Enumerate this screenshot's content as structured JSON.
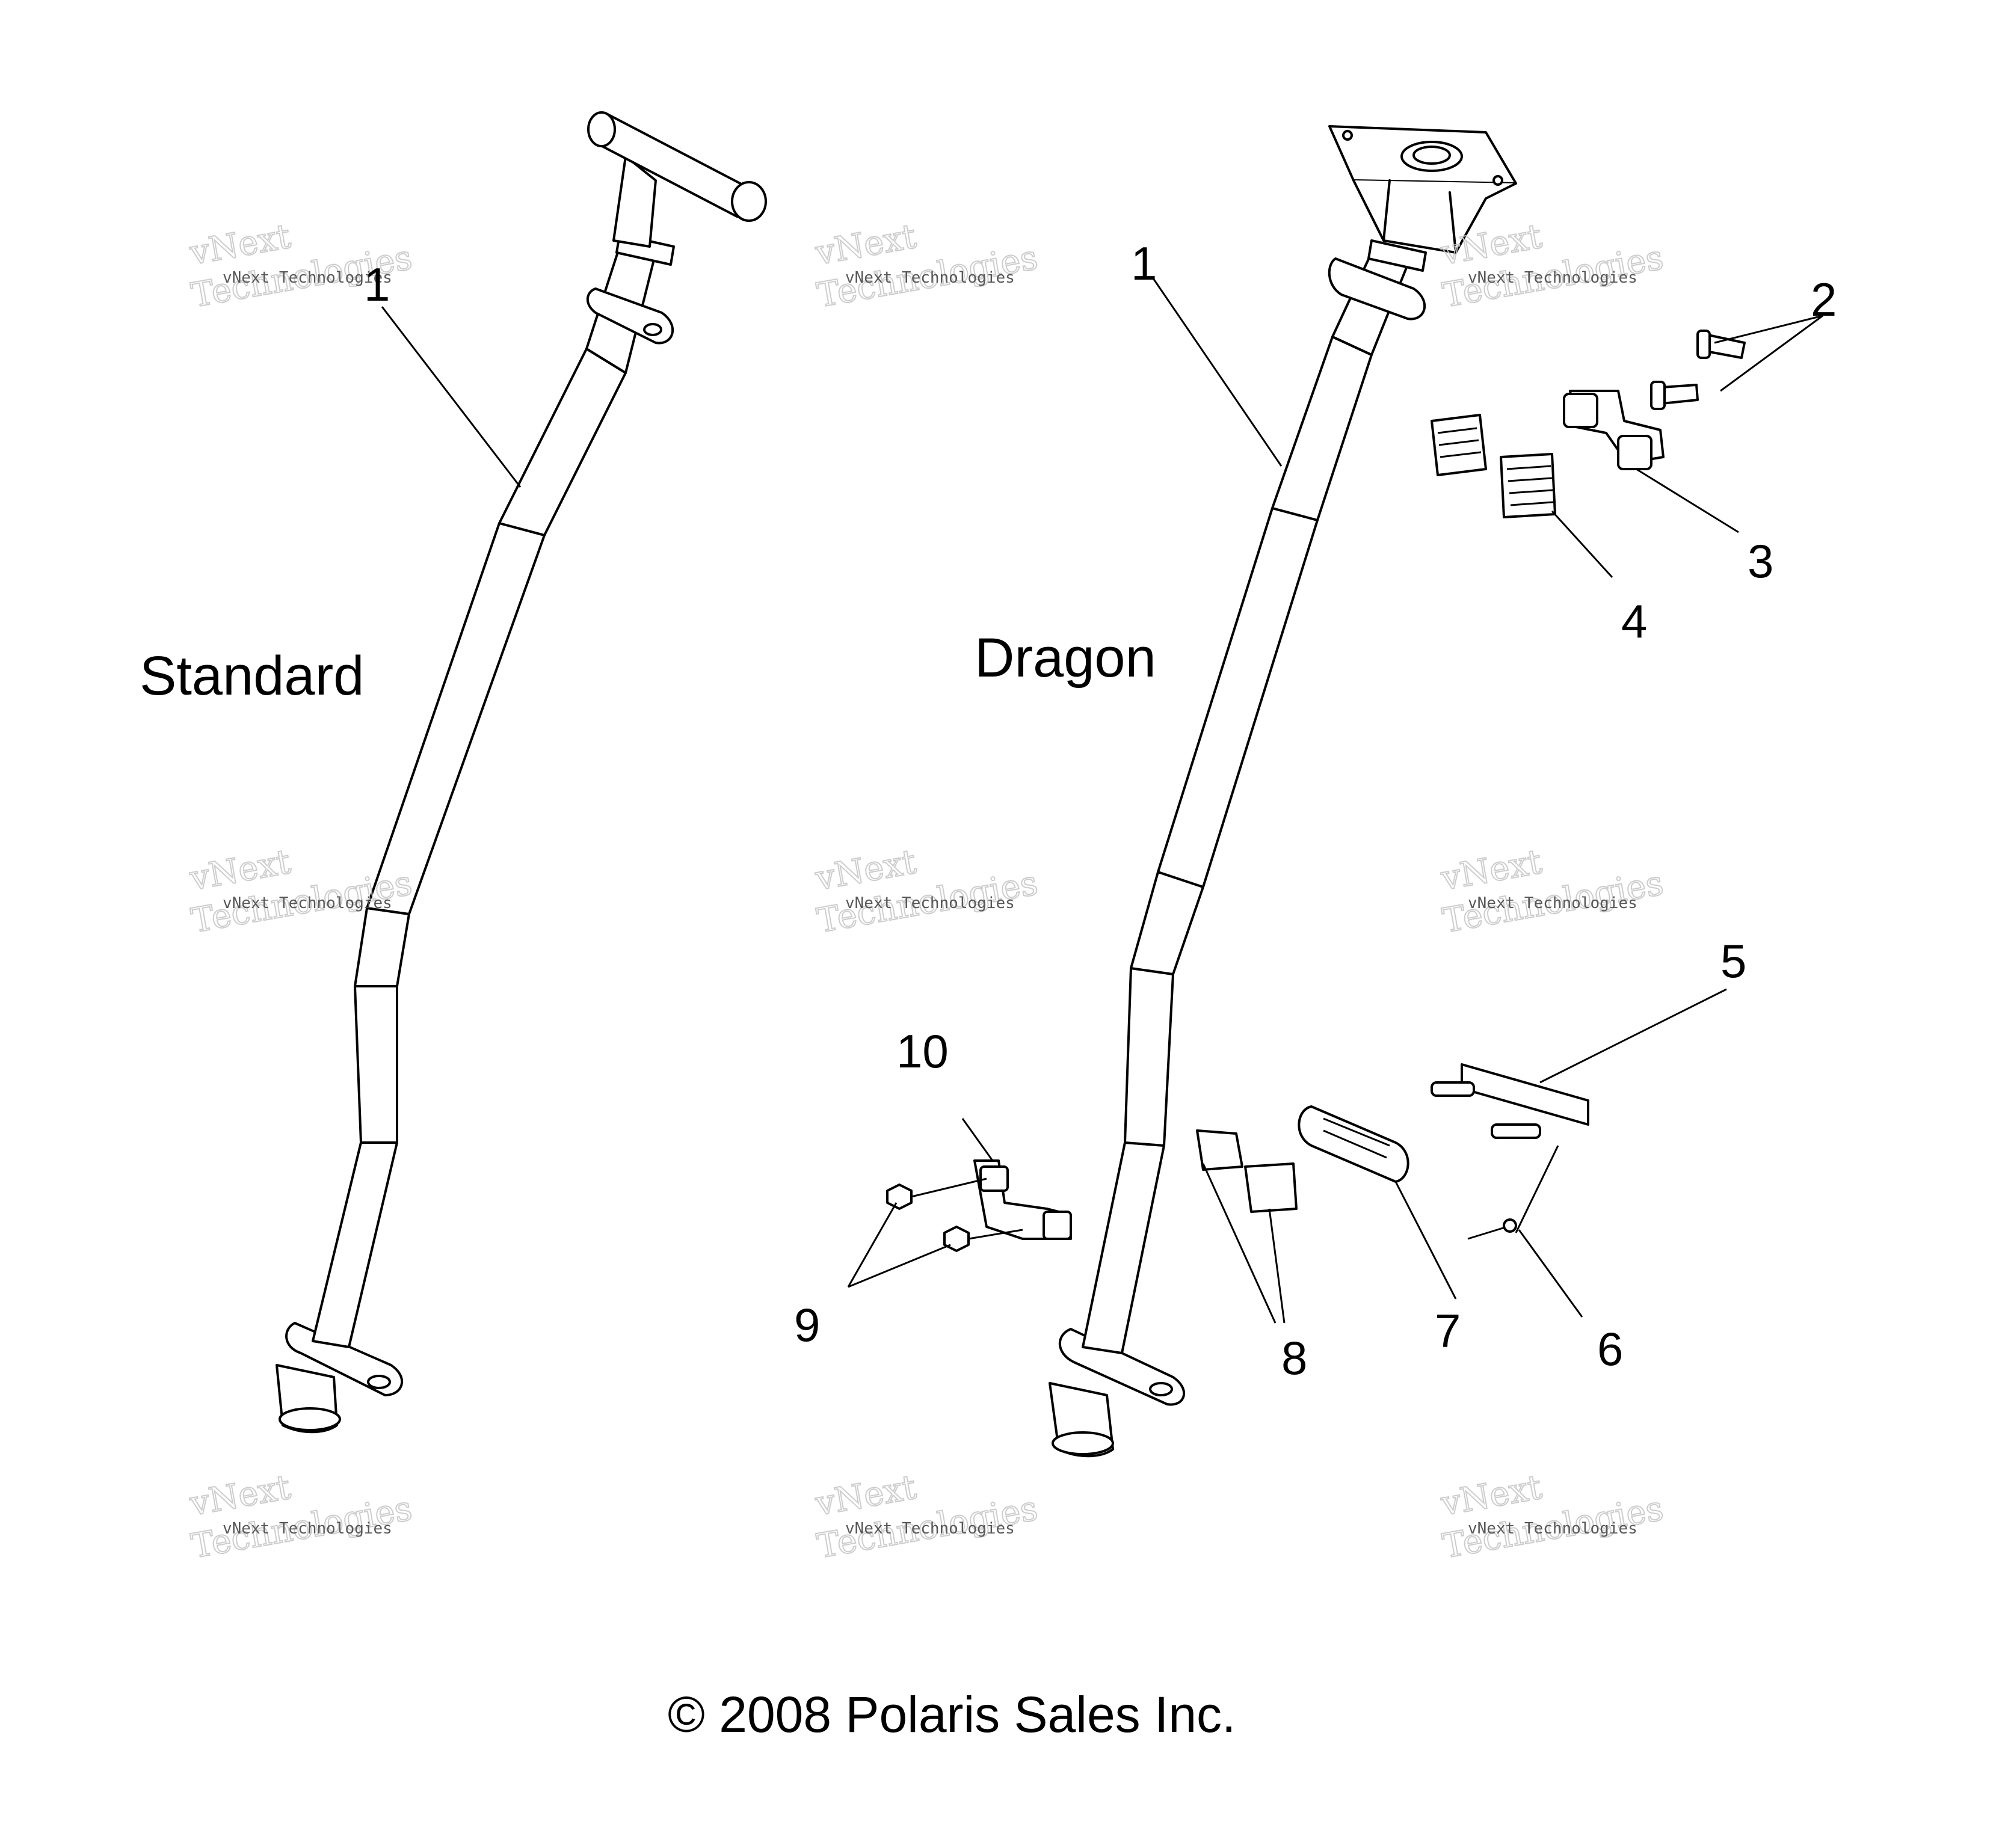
{
  "sections": {
    "standard": "Standard",
    "dragon": "Dragon"
  },
  "callouts": {
    "std_1": "1",
    "dr_1": "1",
    "dr_2": "2",
    "dr_3": "3",
    "dr_4": "4",
    "dr_5": "5",
    "dr_6": "6",
    "dr_7": "7",
    "dr_8": "8",
    "dr_9": "9",
    "dr_10": "10"
  },
  "watermark": {
    "brand": "vNext",
    "small": "vNext Technologies",
    "large": "Technologies"
  },
  "copyright": "© 2008 Polaris Sales Inc."
}
